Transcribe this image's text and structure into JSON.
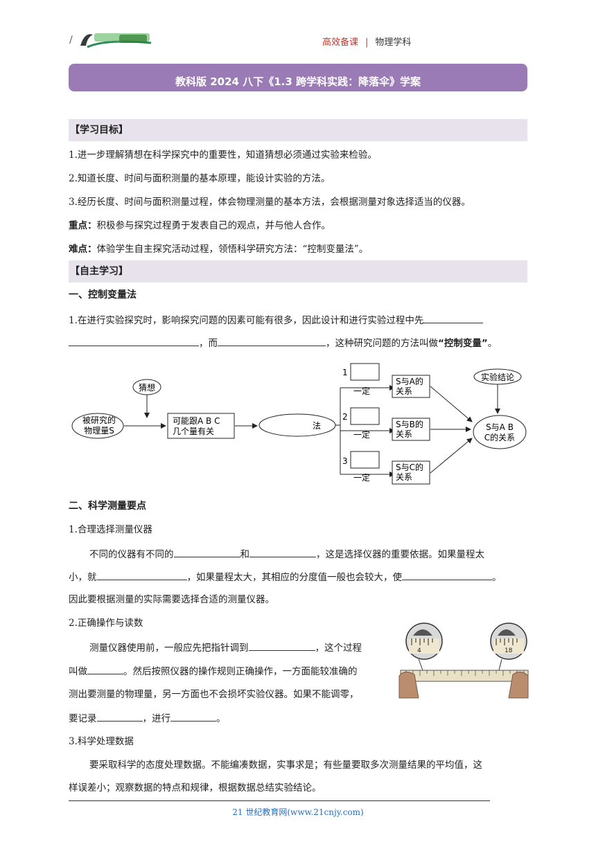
{
  "header": {
    "left_mark": "/",
    "right_a": "高效备课",
    "right_sep": "|",
    "right_b": "物理学科"
  },
  "title": "教科版 2024 八下《1.3 跨学科实践：降落伞》学案",
  "goals": {
    "bar": "【学习目标】",
    "items": [
      "1.进一步理解猜想在科学探究中的重要性，知道猜想必须通过实验来检验。",
      "2.知道长度、时间与面积测量的基本原理，能设计实验的方法。",
      "3.经历长度、时间与面积测量过程，体会物理测量的基本方法，会根据测量对象选择适当的仪器。"
    ],
    "key_label": "重点：",
    "key_text": "积极参与探究过程勇于发表自己的观点，并与他人合作。",
    "diff_label": "难点：",
    "diff_text": "体验学生自主探究活动过程，领悟科学研究方法：“控制变量法”。"
  },
  "self": {
    "bar": "【自主学习】",
    "h1": "一、控制变量法",
    "p1_a": "1.在进行实验探究时，影响探究问题的因素可能有很多，因此设计和进行实验过程中先",
    "p1_b": "，而",
    "p1_c": "，这种研究问题的方法叫做",
    "p1_d": "“控制变量”",
    "p1_e": "。"
  },
  "diagram": {
    "guess": "猜想",
    "obj1": "被研究的",
    "obj2": "物理量S",
    "may1": "可能跟A B C",
    "may2": "几个量有关",
    "method": "法",
    "n1": "1",
    "n2": "2",
    "n3": "3",
    "fixed": "一定",
    "r1a": "S与A的",
    "r1b": "关系",
    "r2a": "S与B的",
    "r2b": "关系",
    "r3a": "S与C的",
    "r3b": "关系",
    "concl": "实验结论",
    "final1": "S与A B",
    "final2": "C的关系"
  },
  "measure": {
    "h2": "二、科学测量要点",
    "s1": "1.合理选择测量仪器",
    "s1_a": "不同的仪器有不同的",
    "s1_b": "和",
    "s1_c": "，这是选择仪器的重要依据。如果量程太",
    "s1_d": "小，就",
    "s1_e": "，如果量程太大，其相应的分度值一般也会较大，使",
    "s1_f": "。",
    "s1_g": "因此要根据测量的实际需要选择合适的测量仪器。",
    "s2": "2.正确操作与读数",
    "s2_a": "测量仪器使用前，一般应先把指针调到",
    "s2_b": "，这个过程",
    "s2_c": "叫做",
    "s2_d": "。然后按照仪器的操作规则正确操作，一方面能较准确的",
    "s2_e": "测出要测量的物理量，另一方面也不会损坏实验仪器。如果不能调零，",
    "s2_f": "要记录",
    "s2_g": "，进行",
    "s2_h": "。",
    "ruler_l": "4",
    "ruler_r": "18",
    "s3": "3.科学处理数据",
    "s3_a": "要采取科学的态度处理数据。不能编凑数据，实事求是；有些量要取多次测量结果的平均值，这",
    "s3_b": "样误差小；观察数据的特点和规律，根据数据总结实验结论。"
  },
  "footer": "21 世纪教育网(www.21cnjy.com)"
}
